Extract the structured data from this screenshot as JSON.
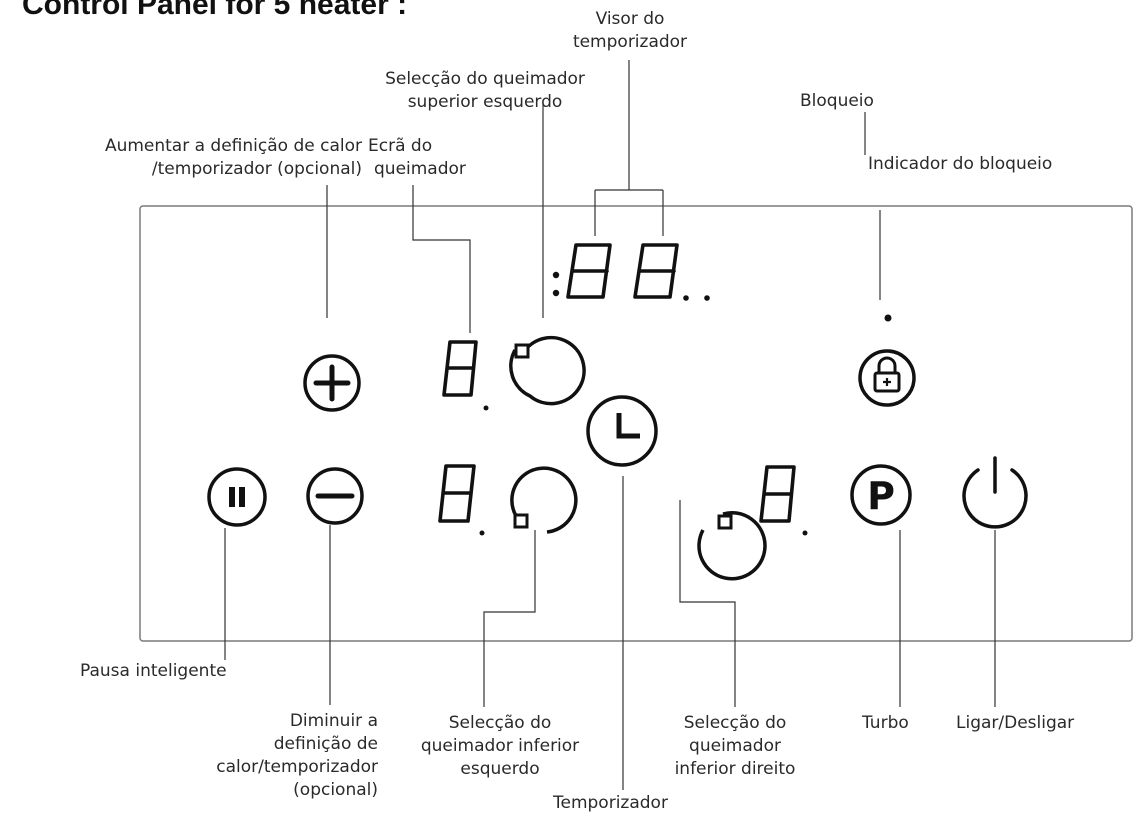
{
  "title": "Control Panel for 5 heater :",
  "labels": {
    "timer_display": [
      "Visor do",
      "temporizador"
    ],
    "upper_left_selection": [
      "Selecção do queimador",
      "superior esquerdo"
    ],
    "lock": "Bloqueio",
    "increase": [
      "Aumentar a definição de calor",
      "/temporizador (opcional)"
    ],
    "burner_display": [
      "Ecrã do",
      "queimador"
    ],
    "lock_indicator": "Indicador do bloqueio",
    "smart_pause": "Pausa inteligente",
    "decrease": [
      "Diminuir a",
      "definição de",
      "calor/temporizador",
      "(opcional)"
    ],
    "lower_left_selection": [
      "Selecção do",
      "queimador inferior",
      "esquerdo"
    ],
    "lower_right_selection": [
      "Selecção do",
      "queimador",
      "inferior direito"
    ],
    "turbo": "Turbo",
    "power": "Ligar/Desligar",
    "timer": "Temporizador"
  },
  "icons": {
    "plus": "plus-icon",
    "minus": "minus-icon",
    "pause": "pause-icon",
    "lock": "lock-icon",
    "turbo": "turbo-p-icon",
    "power": "power-icon",
    "clock": "clock-icon"
  },
  "colors": {
    "ink": "#111111",
    "frame": "#7a7a7a"
  }
}
